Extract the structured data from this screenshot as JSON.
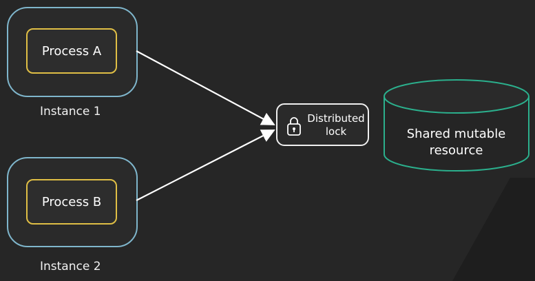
{
  "diagram": {
    "instance_1": {
      "process_label": "Process A",
      "label": "Instance 1"
    },
    "instance_2": {
      "process_label": "Process B",
      "label": "Instance 2"
    },
    "lock": {
      "line1": "Distributed",
      "line2": "lock",
      "icon": "lock-icon"
    },
    "resource": {
      "line1": "Shared mutable",
      "line2": "resource"
    },
    "colors": {
      "instance_border": "#7fb6cc",
      "process_border": "#e0bf45",
      "resource_border": "#2bb08d",
      "arrow": "#ffffff",
      "background": "#262626"
    }
  }
}
